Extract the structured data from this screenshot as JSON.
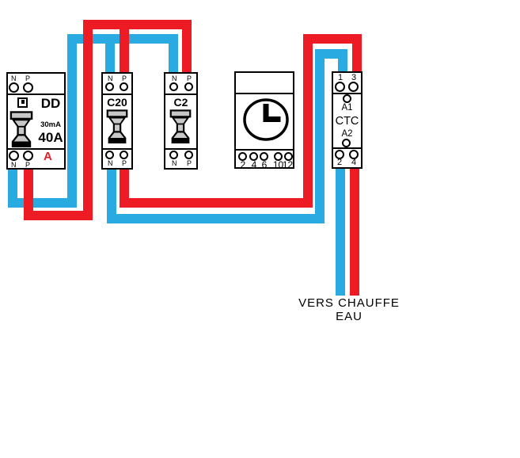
{
  "colors": {
    "wire_blue": "#29ABE2",
    "wire_red": "#ED1C24",
    "device_border": "#000000",
    "toggle_gray": "#C8C8C8",
    "class_label_red": "#ED1C24"
  },
  "devices": {
    "differential_breaker": {
      "top_terminals": [
        "N",
        "P"
      ],
      "model": "DD",
      "sensitivity": "30mA",
      "rating": "40A",
      "type_class": "A",
      "bottom_terminals": [
        "N",
        "P"
      ]
    },
    "breaker_c20": {
      "label": "C20",
      "top_terminals": [
        "N",
        "P"
      ],
      "bottom_terminals": [
        "N",
        "P"
      ]
    },
    "breaker_c2": {
      "label": "C2",
      "top_terminals": [
        "N",
        "P"
      ],
      "bottom_terminals": [
        "N",
        "P"
      ]
    },
    "timer": {
      "terminals": [
        "2",
        "4",
        "6",
        "10",
        "12"
      ]
    },
    "contactor": {
      "top_terminals": [
        "1",
        "3"
      ],
      "coil_terminal_top": "A1",
      "label": "CTC",
      "coil_terminal_bottom": "A2",
      "bottom_terminals": [
        "2",
        "4"
      ]
    }
  },
  "annotations": {
    "output_label": "VERS CHAUFFE EAU"
  },
  "wires": {
    "blue": {
      "color": "#29ABE2",
      "segments": [
        [
          10,
          214,
          12,
          48
        ],
        [
          10,
          250,
          87,
          12
        ],
        [
          85,
          43,
          12,
          219
        ],
        [
          85,
          43,
          140,
          12
        ],
        [
          133,
          43,
          12,
          48
        ],
        [
          213,
          43,
          12,
          48
        ],
        [
          135,
          214,
          12,
          68
        ],
        [
          135,
          270,
          275,
          12
        ],
        [
          398,
          62,
          12,
          220
        ],
        [
          398,
          62,
          41,
          12
        ],
        [
          427,
          62,
          12,
          29
        ],
        [
          424,
          213,
          12,
          160
        ]
      ]
    },
    "red": {
      "color": "#ED1C24",
      "segments": [
        [
          30,
          214,
          12,
          64
        ],
        [
          30,
          266,
          87,
          12
        ],
        [
          105,
          25,
          12,
          253
        ],
        [
          105,
          25,
          137,
          12
        ],
        [
          151,
          25,
          12,
          66
        ],
        [
          230,
          25,
          12,
          66
        ],
        [
          151,
          214,
          12,
          48
        ],
        [
          151,
          250,
          244,
          12
        ],
        [
          383,
          43,
          12,
          219
        ],
        [
          383,
          43,
          74,
          12
        ],
        [
          445,
          43,
          12,
          48
        ],
        [
          442,
          213,
          12,
          160
        ]
      ]
    }
  }
}
